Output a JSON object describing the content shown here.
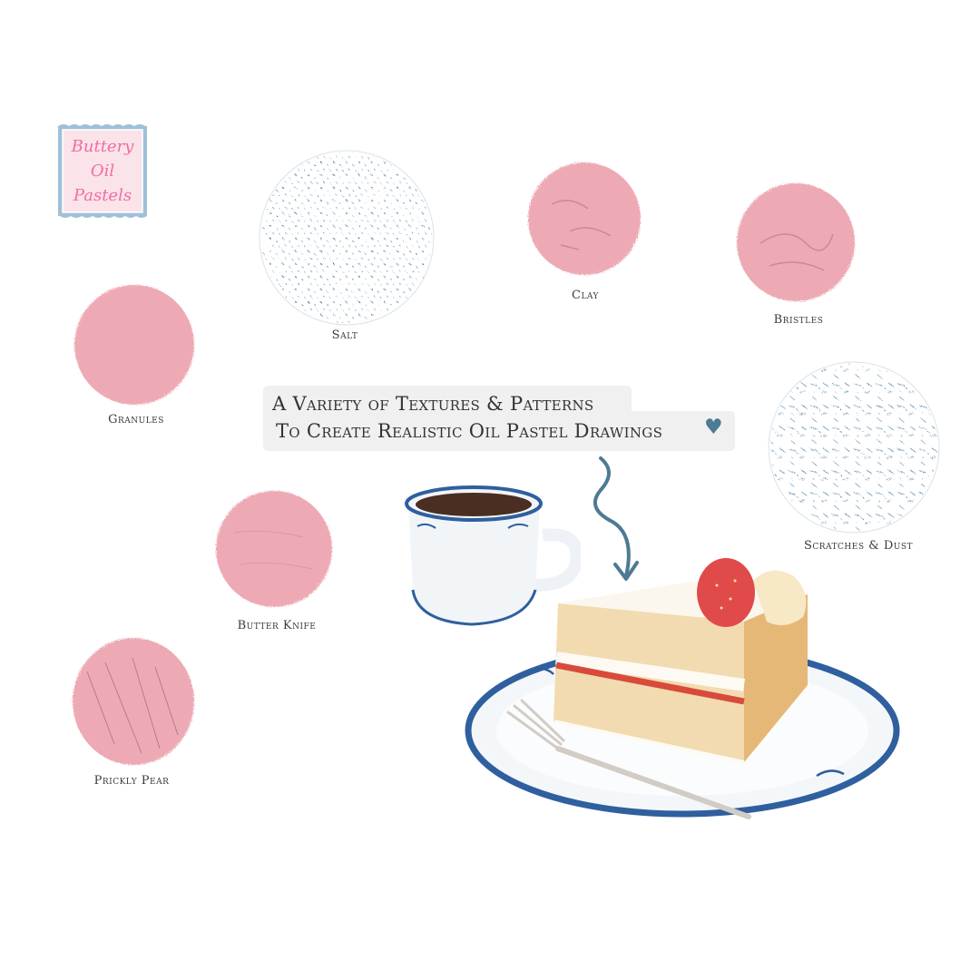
{
  "badge": {
    "line1": "Buttery",
    "line2": "Oil",
    "line3": "Pastels"
  },
  "headline": {
    "line1": "A Variety of Textures & Patterns",
    "line2": "To Create Realistic Oil Pastel Drawings"
  },
  "textures": {
    "salt": "Salt",
    "clay": "Clay",
    "bristles": "Bristles",
    "granules": "Granules",
    "scratches": "Scratches & Dust",
    "butter_knife": "Butter Knife",
    "prickly_pear": "Prickly Pear"
  },
  "colors": {
    "pink_swatch": "#eeaab4",
    "blue_texture": "#3f7497",
    "badge_bg": "#fbe3ea",
    "badge_border": "#9fc0d8",
    "badge_text": "#f06da0",
    "headline_bg": "#f0f0f0",
    "accent": "#4e7a93"
  },
  "icons": {
    "heart": "heart-icon",
    "arrow": "curved-arrow-icon",
    "illustration": "cake-and-coffee-illustration"
  }
}
